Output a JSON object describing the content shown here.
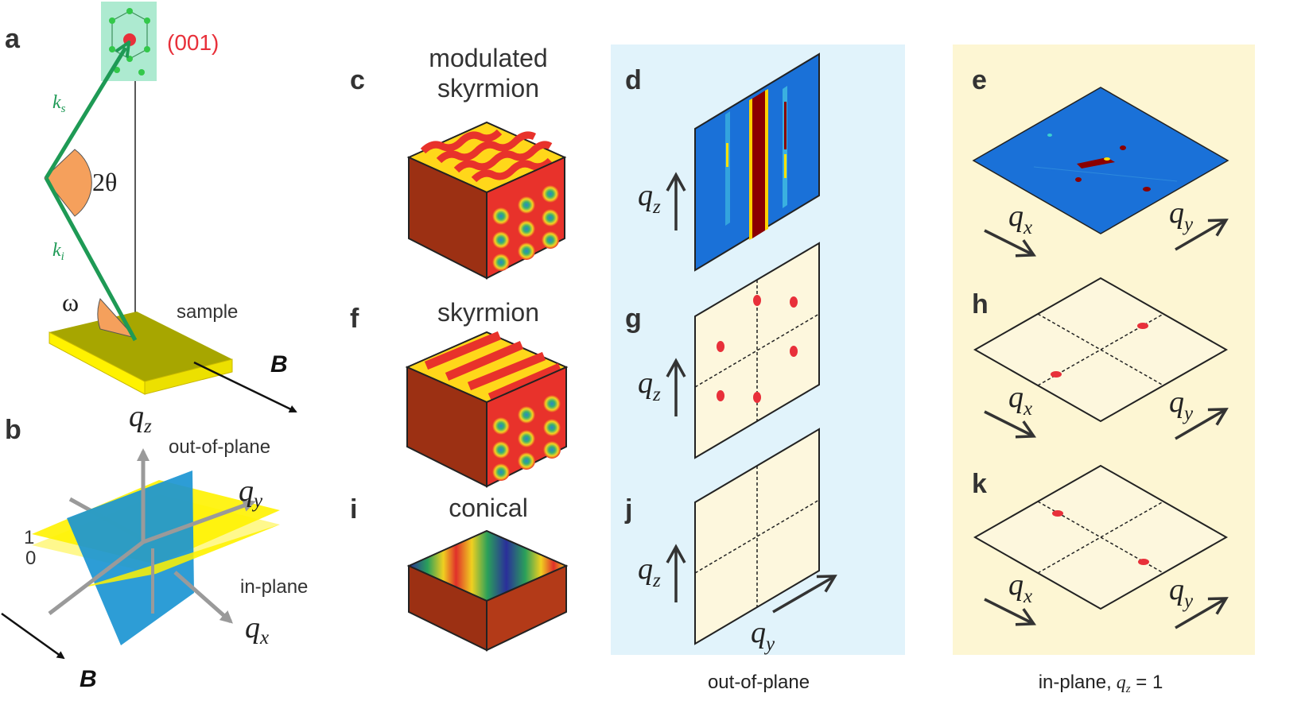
{
  "colors": {
    "panel_out_of_plane_bg": "#e1f3fb",
    "panel_in_plane_bg": "#fdf6d3",
    "beam": "#1e9a55",
    "spot": "#e8303a",
    "sample_top": "#a7a600",
    "sample_side": "#fff200",
    "detector_bg": "#1a71d8",
    "cube_side": "#9c3013",
    "cube_face": "#e8322b",
    "stripe_yellow": "#ffd71a"
  },
  "panel_labels": {
    "a": "a",
    "b": "b",
    "c": "c",
    "d": "d",
    "e": "e",
    "f": "f",
    "g": "g",
    "h": "h",
    "i": "i",
    "j": "j",
    "k": "k"
  },
  "panel_a": {
    "reflection": "(001)",
    "ks_main": "k",
    "ks_sub": "s",
    "ki_main": "k",
    "ki_sub": "i",
    "two_theta": "2θ",
    "omega": "ω",
    "sample": "sample",
    "field": "B"
  },
  "panel_b": {
    "qz_main": "q",
    "qz_sub": "z",
    "qy_main": "q",
    "qy_sub": "y",
    "qx_main": "q",
    "qx_sub": "x",
    "out_of_plane": "out-of-plane",
    "in_plane": "in-plane",
    "level_1": "1",
    "level_0": "0",
    "field": "B"
  },
  "structures": {
    "c_line1": "modulated",
    "c_line2": "skyrmion",
    "f_title": "skyrmion",
    "i_title": "conical"
  },
  "axes": {
    "q": "q",
    "z": "z",
    "y": "y",
    "x": "x"
  },
  "captions": {
    "out_of_plane": "out-of-plane",
    "in_plane_prefix": "in-plane,",
    "in_plane_q": "q",
    "in_plane_sub": "z",
    "in_plane_suffix": " = 1"
  }
}
